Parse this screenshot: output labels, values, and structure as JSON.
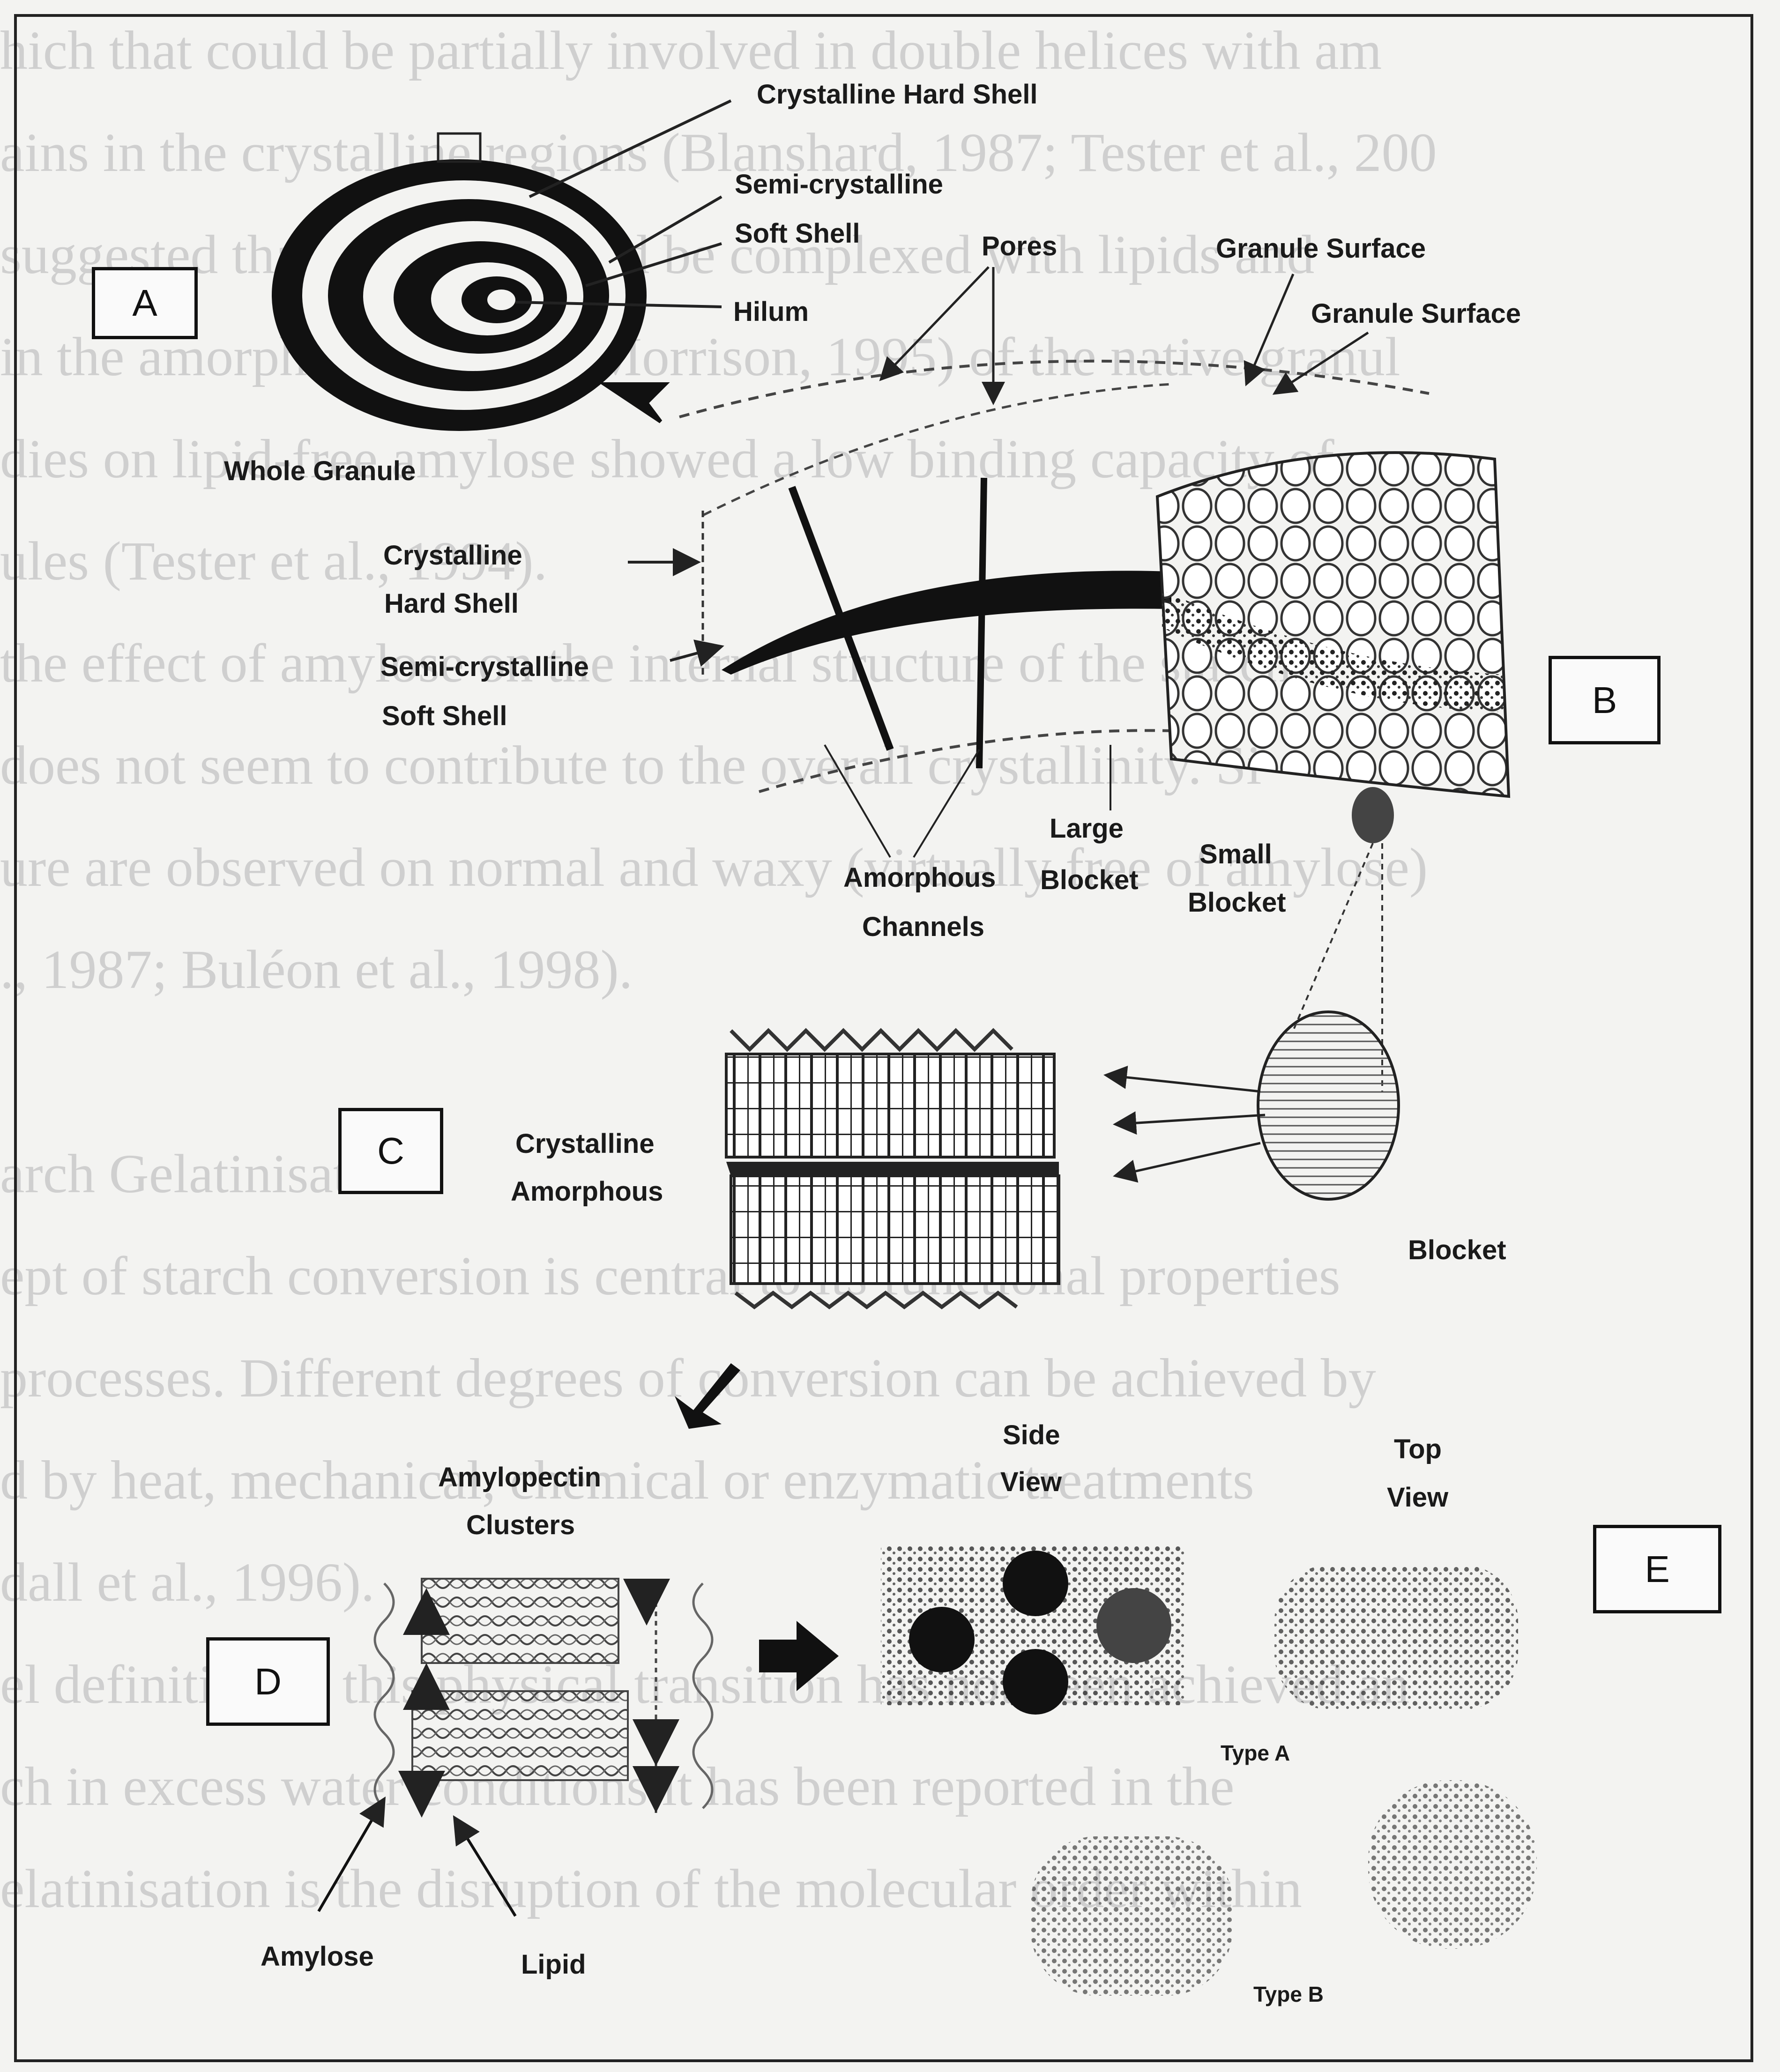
{
  "background_text": [
    "hich that could be partially involved in double helices with am",
    "ains in the crystalline regions (Blanshard, 1987; Tester et al., 200",
    "suggested that amylose could be complexed with lipids and",
    "in the amorphous regions (Morrison, 1995) of the native granul",
    "dies on lipid-free amylose showed a low binding capacity of",
    "ules (Tester et al., 1994).",
    "the effect of amylose on the internal structure of the starch",
    "does not seem to contribute to the overall crystallinity. Si",
    "ure are observed on normal and waxy (virtually free of amylose)",
    "., 1987; Buléon et al., 1998).",
    "",
    "arch Gelatinisation",
    "ept of starch conversion is central to its functional properties",
    "processes. Different degrees of conversion can be achieved by",
    "d by heat, mechanical, chemical or enzymatic treatments",
    "dall et al., 1996).",
    "el definition of this physical transition has not been achieved an",
    "ch in excess water conditions it has been reported in the",
    "elatinisation is the disruption of the molecular order within"
  ],
  "panels": {
    "a": "A",
    "b": "B",
    "c": "C",
    "d": "D",
    "e": "E"
  },
  "labels": {
    "crystalline_hard_shell_top": "Crystalline Hard Shell",
    "semi_crystalline_top": "Semi-crystalline",
    "soft_shell_top": "Soft Shell",
    "hilum": "Hilum",
    "pores": "Pores",
    "granule_surface_1": "Granule Surface",
    "granule_surface_2": "Granule Surface",
    "whole_granule": "Whole Granule",
    "crystalline_left": "Crystalline",
    "hard_shell_left": "Hard Shell",
    "semi_crystalline_left": "Semi-crystalline",
    "soft_shell_left": "Soft Shell",
    "amorphous": "Amorphous",
    "channels": "Channels",
    "large": "Large",
    "blocket_large": "Blocket",
    "small": "Small",
    "blocket_small": "Blocket",
    "crystalline_c": "Crystalline",
    "amorphous_c": "Amorphous",
    "blocket": "Blocket",
    "amylopectin": "Amylopectin",
    "clusters": "Clusters",
    "side": "Side",
    "view_side": "View",
    "top": "Top",
    "view_top": "View",
    "type_a": "Type A",
    "type_b": "Type B",
    "amylose": "Amylose",
    "lipid": "Lipid"
  }
}
